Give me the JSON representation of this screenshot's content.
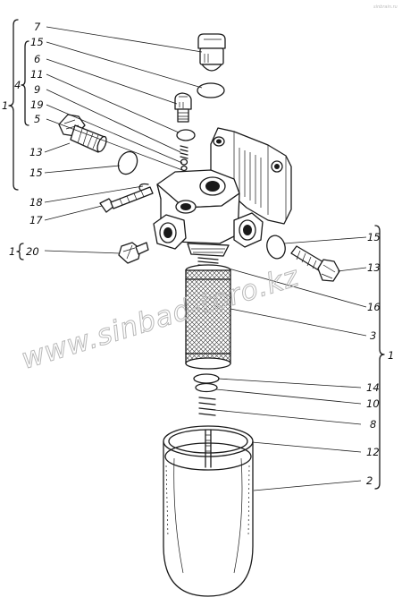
{
  "diagram": {
    "brand": "sinbrain.ru",
    "watermark": "www.sinbad-toro.kz",
    "labels": {
      "n7": "7",
      "n15a": "15",
      "n6": "6",
      "n11": "11",
      "n9": "9",
      "n19": "19",
      "n5": "5",
      "n13a": "13",
      "n15b": "15",
      "n18": "18",
      "n17": "17",
      "n20": "20",
      "n15c": "15",
      "n13b": "13",
      "n16": "16",
      "n3": "3",
      "n14": "14",
      "n10": "10",
      "n8": "8",
      "n12": "12",
      "n2": "2",
      "n1a": "1",
      "n4": "4",
      "n1b": "1",
      "n1c": "1"
    }
  }
}
